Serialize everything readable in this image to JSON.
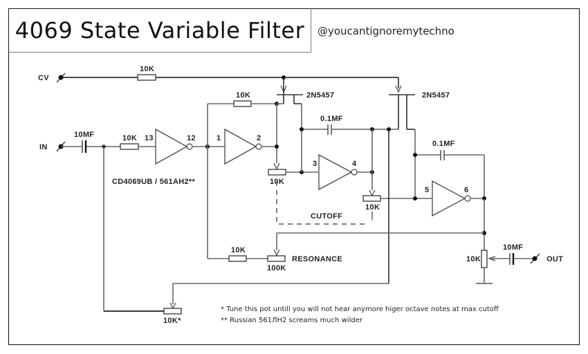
{
  "header": {
    "title": "4069 State Variable Filter",
    "handle": "@youcantignoremytechno"
  },
  "schematic": {
    "ports": {
      "cv": "CV",
      "in": "IN",
      "out": "OUT"
    },
    "components": {
      "r_cv": "10K",
      "c_in": "10MF",
      "r_in": "10K",
      "r_fb1": "10K",
      "pot_cutoff1": "10K",
      "pot_cutoff2": "10K",
      "c_int1": "0.1MF",
      "c_int2": "0.1MF",
      "jfet1": "2N5457",
      "jfet2": "2N5457",
      "r_res": "10K",
      "pot_res": "100K",
      "pot_trim": "10K*",
      "pot_out": "10K",
      "c_out": "10MF"
    },
    "pins": [
      "13",
      "12",
      "1",
      "2",
      "3",
      "4",
      "5",
      "6"
    ],
    "ic_label": "CD4069UB / 561AH2**",
    "cutoff_label": "CUTOFF",
    "resonance_label": "RESONANCE"
  },
  "notes": [
    "*  Tune this pot untill you will not hear anymore higer octave notes at max cutoff",
    "** Russian 561ЛН2 screams much wilder"
  ],
  "colors": {
    "wire": "#666666",
    "ink": "#111111",
    "background": "#ffffff"
  }
}
